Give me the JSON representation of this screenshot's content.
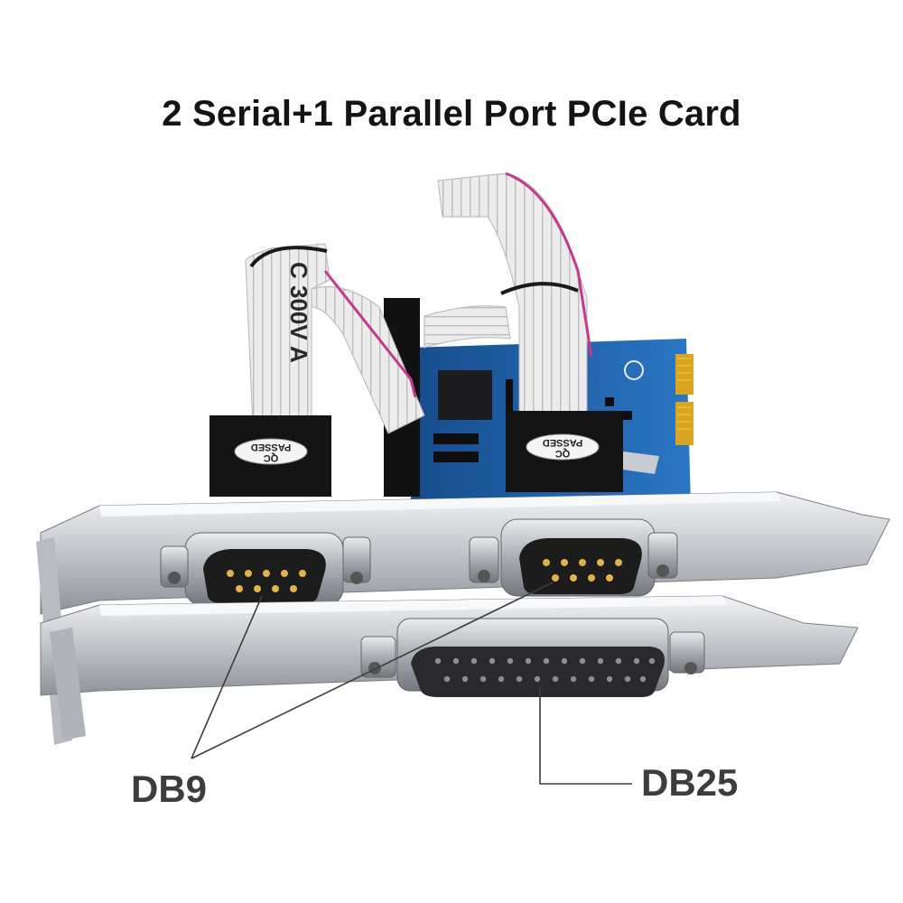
{
  "title": "2 Serial+1 Parallel Port PCIe Card",
  "callouts": {
    "db9": "DB9",
    "db25": "DB25"
  },
  "stamps": {
    "left_line1": "QC",
    "left_line2": "PASSED",
    "right_line1": "QC",
    "right_line2": "PASSED"
  },
  "cable_print": "C 300V A",
  "colors": {
    "board": "#1e5fa8",
    "bracket": "#c9ccd1",
    "ribbon": "#e8e8e8",
    "gold": "#d9a520",
    "connector_shell": "#b8bcc2"
  }
}
